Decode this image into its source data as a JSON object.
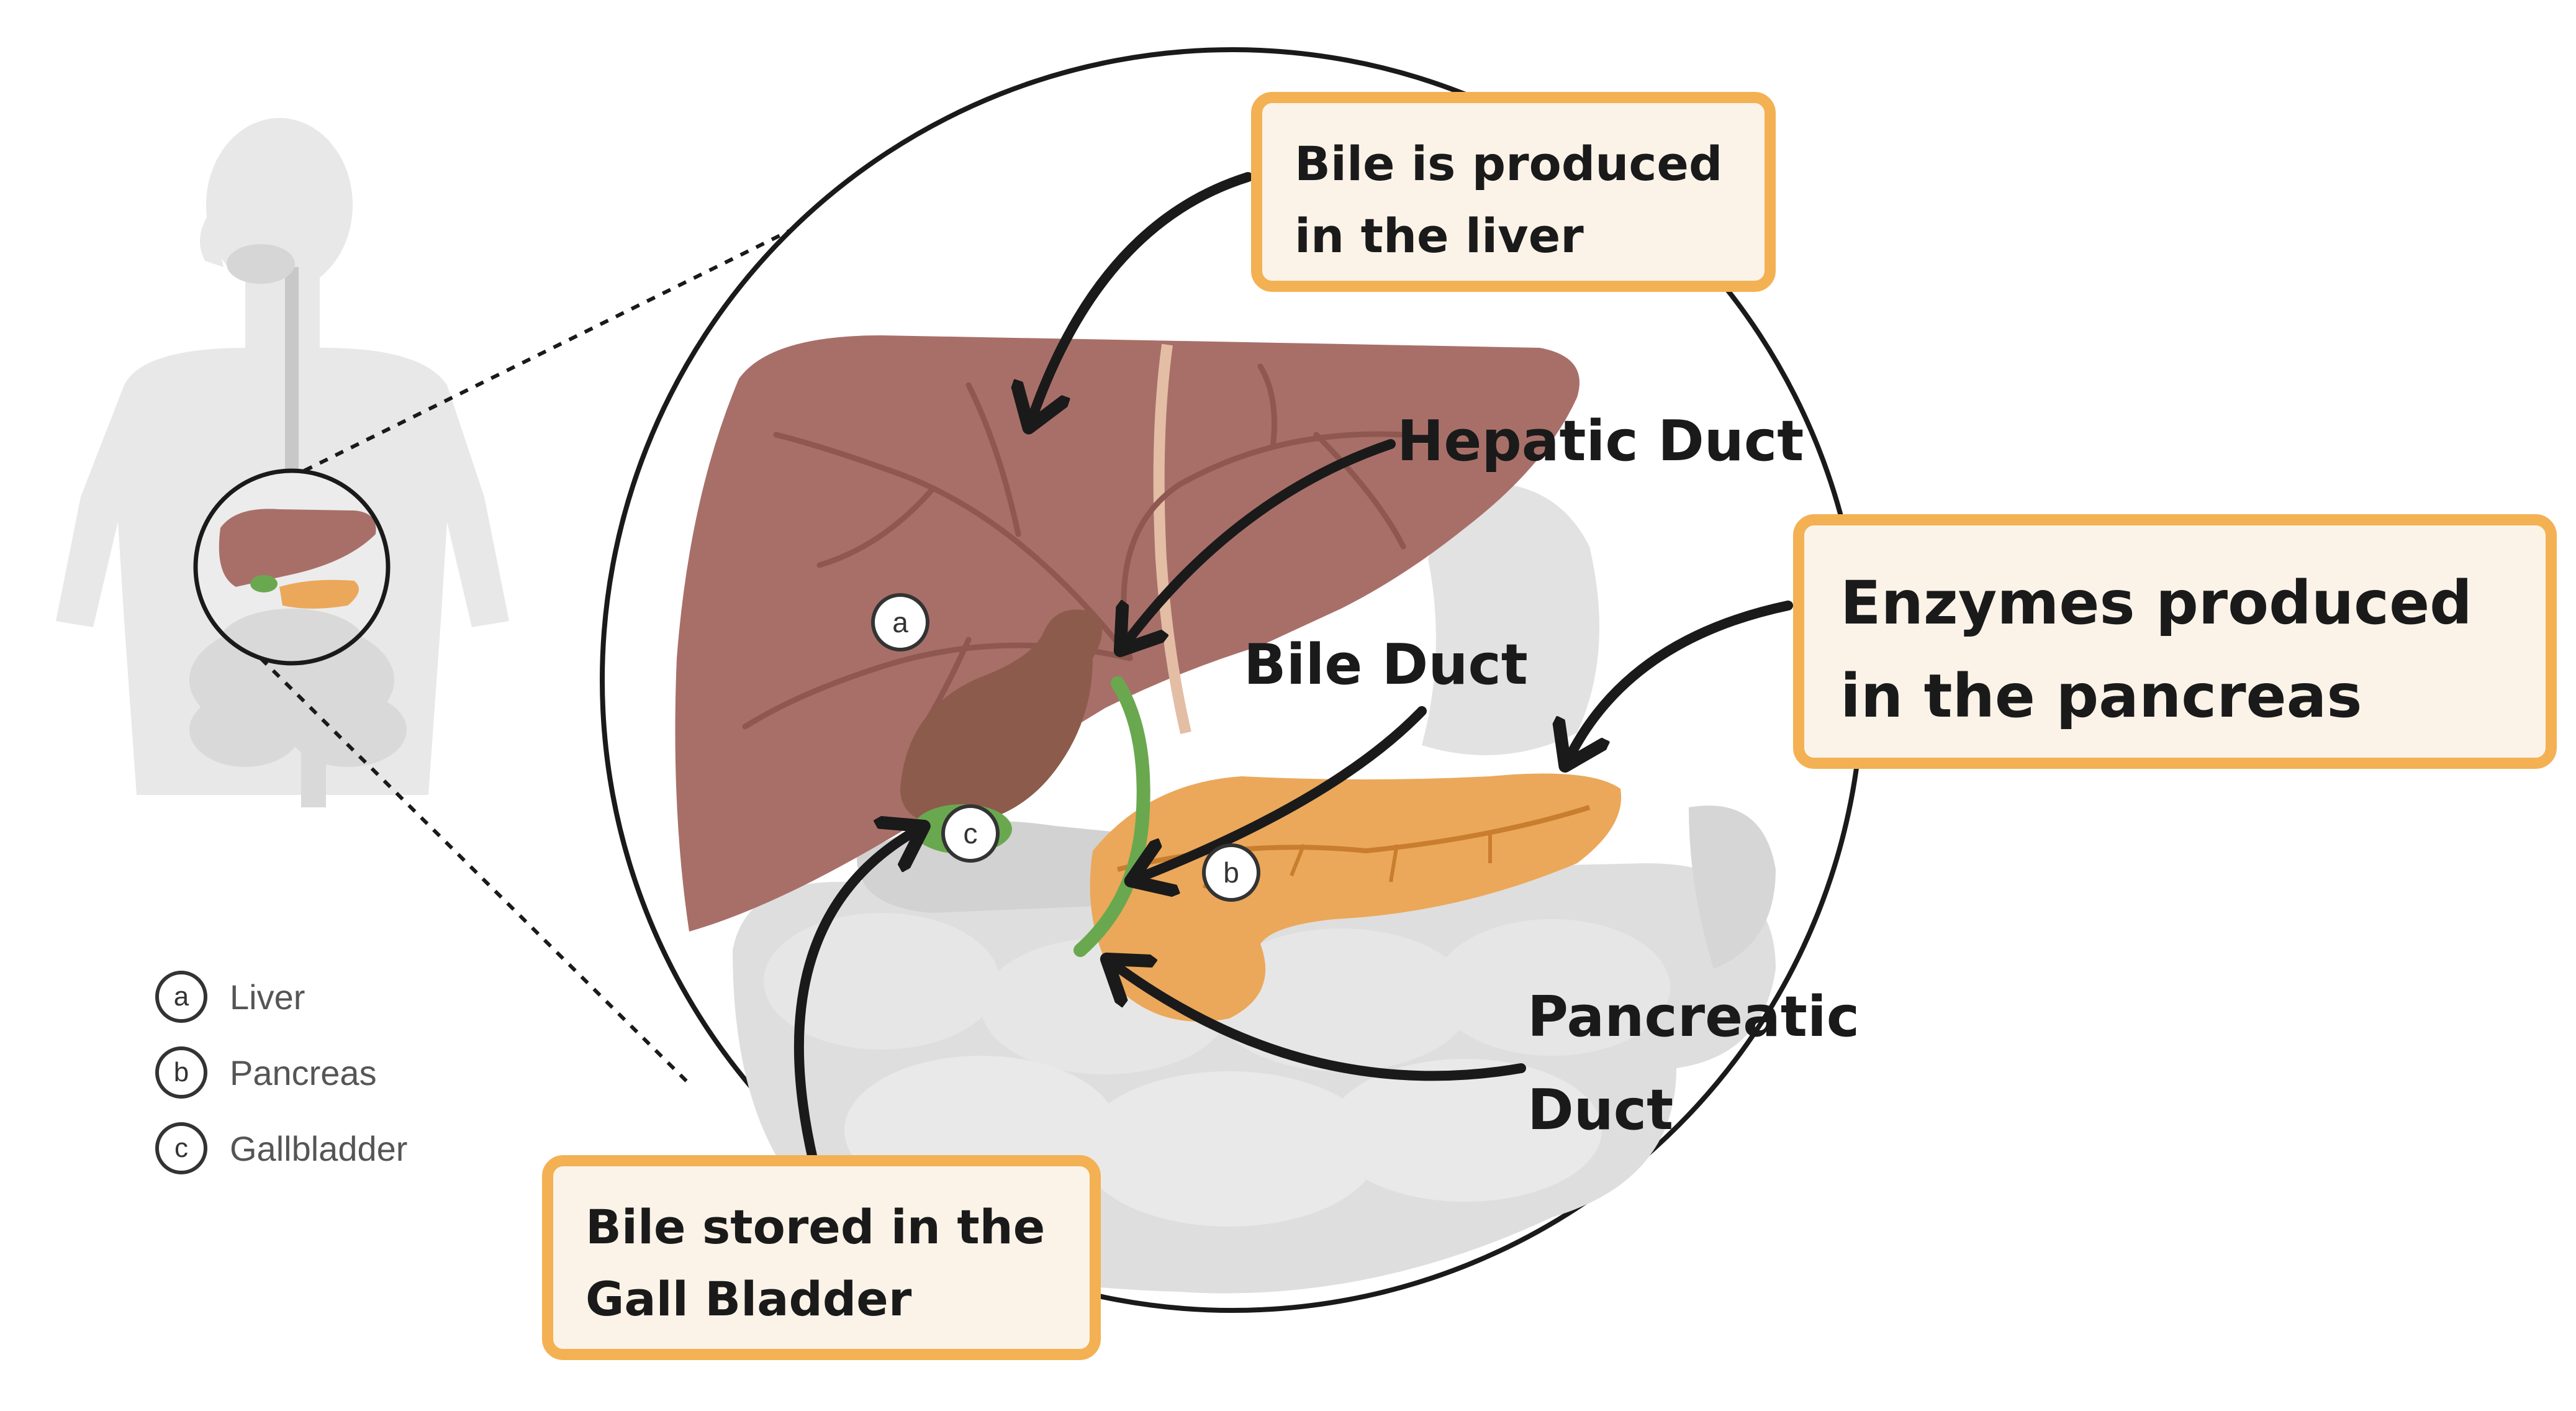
{
  "callouts": {
    "liver": {
      "line1": "Bile is produced",
      "line2": "in the liver"
    },
    "pancreas": {
      "line1": "Enzymes produced",
      "line2": "in the pancreas"
    },
    "gallbladder": {
      "line1": "Bile stored in the",
      "line2": "Gall Bladder"
    }
  },
  "labels": {
    "hepatic_duct": "Hepatic Duct",
    "bile_duct": "Bile Duct",
    "pancreatic_duct_line1": "Pancreatic",
    "pancreatic_duct_line2": "Duct"
  },
  "organ_markers": {
    "a": "a",
    "b": "b",
    "c": "c"
  },
  "legend": [
    {
      "letter": "a",
      "name": "Liver"
    },
    {
      "letter": "b",
      "name": "Pancreas"
    },
    {
      "letter": "c",
      "name": "Gallbladder"
    }
  ],
  "colors": {
    "callout_border": "#f3b153",
    "callout_fill": "#fbf3e8",
    "liver": "#a86f69",
    "pancreas": "#eba85a",
    "gallbladder": "#8c5b4c",
    "bile_duct": "#6aa84f",
    "intestine": "#dedede",
    "silhouette": "#e8e8e8",
    "arrow": "#1a1a1a"
  },
  "icons": {
    "body": "human-silhouette-icon",
    "liver": "liver-organ-icon",
    "pancreas": "pancreas-organ-icon",
    "gallbladder": "gallbladder-organ-icon",
    "intestines": "intestines-icon"
  }
}
